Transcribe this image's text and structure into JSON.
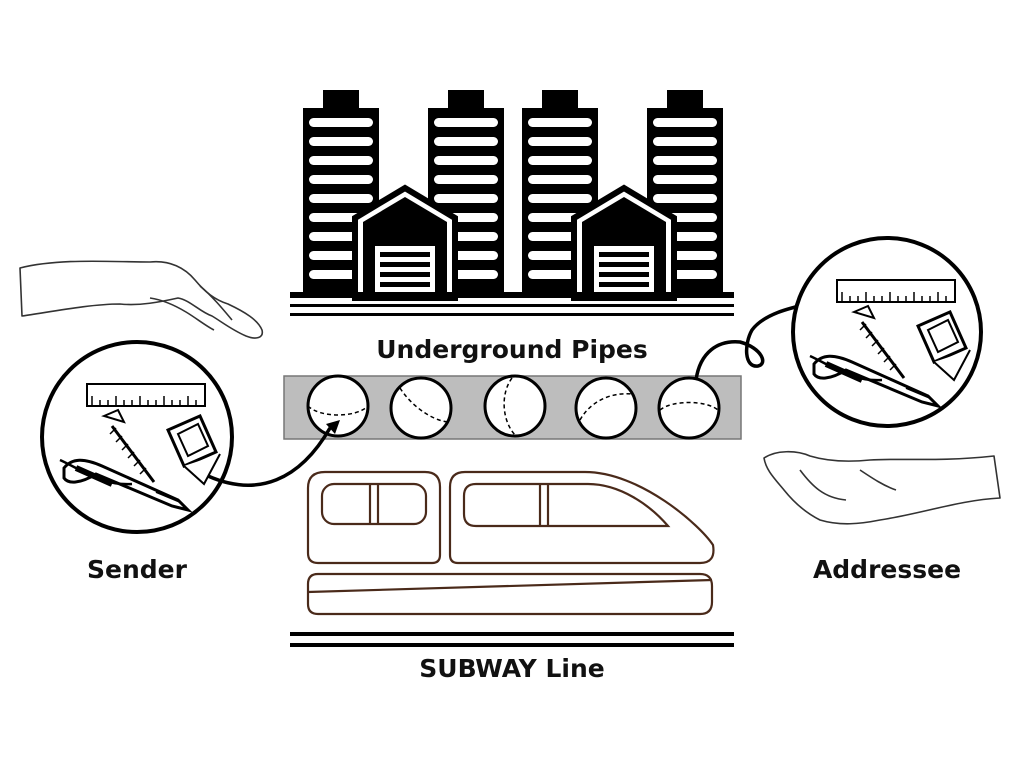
{
  "labels": {
    "pipes": "Underground Pipes",
    "subway": "SUBWAY Line",
    "sender": "Sender",
    "addressee": "Addressee"
  },
  "colors": {
    "ink": "#000000",
    "pipe_band": "#bdbdbd",
    "train_outline": "#4a2a1a"
  },
  "icons": {
    "buildings": "city-buildings-icon",
    "sender_hand": "giving-hand-icon",
    "addressee_hand": "receiving-hand-icon",
    "items": [
      "ruler-icon",
      "pen-icon",
      "screw-icon",
      "small-box-icon"
    ]
  }
}
